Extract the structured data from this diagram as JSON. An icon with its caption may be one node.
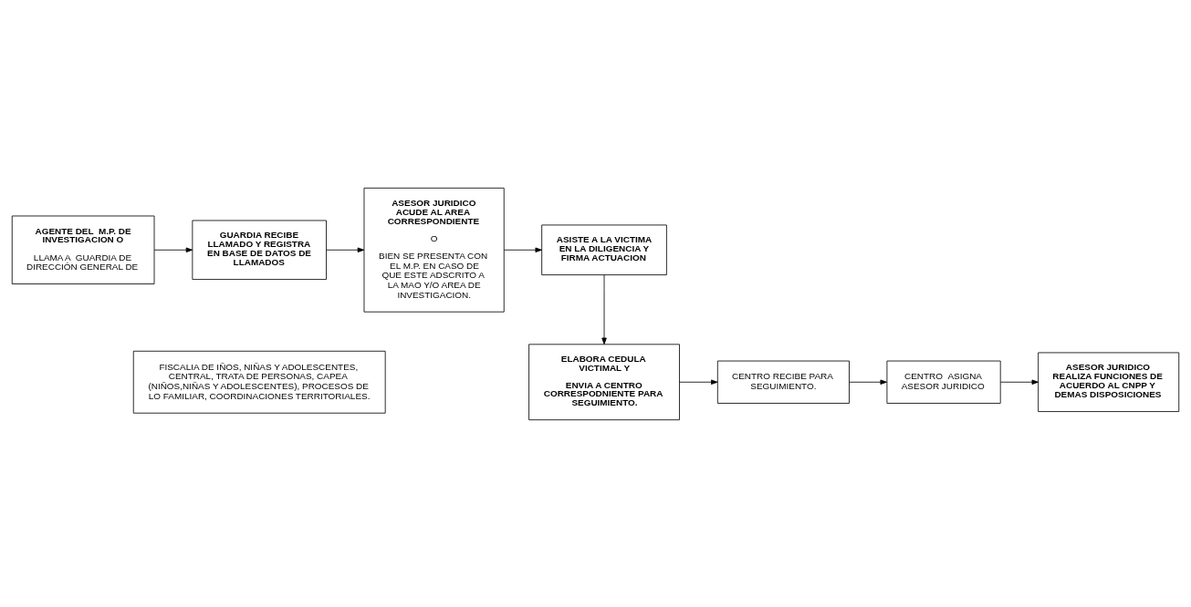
{
  "diagram": {
    "nodes": [
      {
        "text": [
          "AGENTE DEL  M.P. DE INVESTIGACION O",
          "LLAMA A  GUARDIA DE DIRECCIÓN GENERAL DE"
        ]
      },
      {
        "text": [
          "GUARDIA RECIBE LLAMADO Y REGISTRA EN BASE DE DATOS DE LLAMADOS"
        ]
      },
      {
        "text": [
          "FISCALIA DE IÑOS, NIÑAS Y ADOLESCENTES, CENTRAL, TRATA DE PERSONAS, CAPEA (NIÑOS,NIÑAS Y ADOLESCENTES), PROCESOS DE LO FAMILIAR, COORDINACIONES TERRITORIALES."
        ]
      },
      {
        "text": [
          "ASESOR JURIDICO ACUDE AL AREA CORRESPONDIENTE",
          "O",
          "BIEN SE PRESENTA CON EL M.P. EN CASO DE QUE ESTE ADSCRITO A LA MAO Y/O AREA DE INVESTIGACION."
        ]
      },
      {
        "text": [
          "ASISTE A LA VICTIMA EN LA DILIGENCIA Y FIRMA ACTUACION"
        ]
      },
      {
        "text": [
          "ELABORA CEDULA VICTIMAL Y",
          "ENVIA A CENTRO CORRESPODNIENTE PARA SEGUIMIENTO."
        ]
      },
      {
        "text": [
          "CENTRO RECIBE PARA SEGUIMIENTO."
        ]
      },
      {
        "text": [
          "CENTRO  ASIGNA ASESOR JURIDICO"
        ]
      },
      {
        "text": [
          "ASESOR JURIDICO REALIZA FUNCIONES DE ACUERDO AL CNPP Y DEMAS DISPOSICIONES"
        ]
      }
    ],
    "edges": [
      {
        "from": 0,
        "to": 1,
        "arrow": "to"
      },
      {
        "from": 1,
        "to": 3,
        "arrow": "to"
      },
      {
        "from": 3,
        "to": 4,
        "arrow": "to"
      },
      {
        "from": 4,
        "to": 5,
        "arrow": "to"
      },
      {
        "from": 5,
        "to": 6,
        "arrow": "to"
      },
      {
        "from": 6,
        "to": 7,
        "arrow": "to"
      },
      {
        "from": 7,
        "to": 8,
        "arrow": "to"
      }
    ]
  }
}
